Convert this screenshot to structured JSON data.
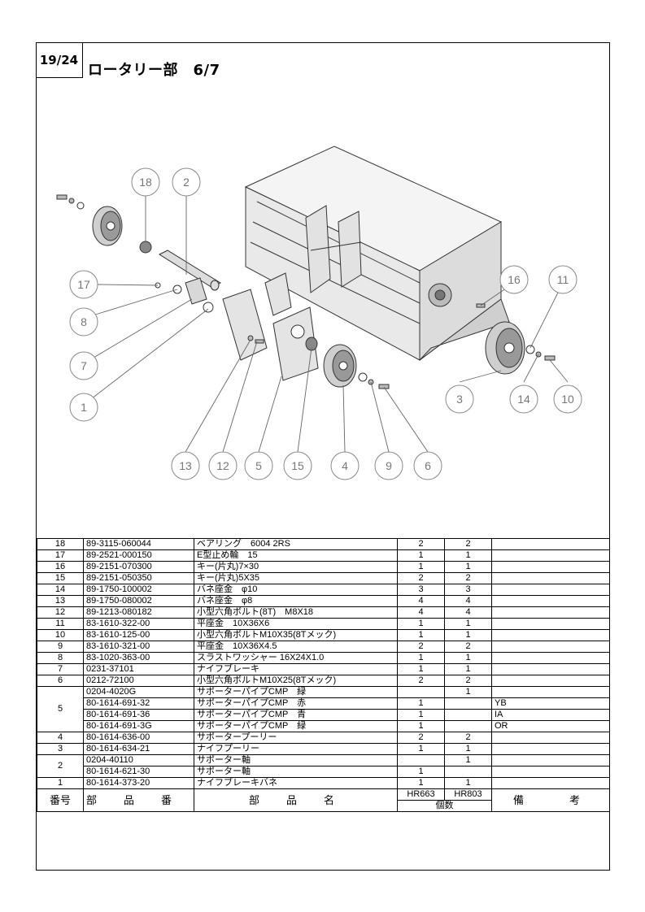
{
  "page_number": "19/24",
  "title": "ロータリー部　6/7",
  "callouts": [
    "18",
    "2",
    "17",
    "8",
    "7",
    "1",
    "13",
    "12",
    "5",
    "15",
    "4",
    "9",
    "6",
    "16",
    "11",
    "3",
    "14",
    "10"
  ],
  "table": {
    "header": {
      "no": "番号",
      "part_no": "部　品　番　号",
      "part_name": "部　品　名",
      "model_a": "HR663",
      "model_b": "HR803",
      "qty": "個数",
      "remarks": "備　　考"
    },
    "rows": [
      {
        "no": "18",
        "part_no": "89-3115-060044",
        "name": "ベアリング　6004 2RS",
        "a": "2",
        "b": "2",
        "remark": ""
      },
      {
        "no": "17",
        "part_no": "89-2521-000150",
        "name": "E型止め輪　15",
        "a": "1",
        "b": "1",
        "remark": ""
      },
      {
        "no": "16",
        "part_no": "89-2151-070300",
        "name": "キー(片丸)7×30",
        "a": "1",
        "b": "1",
        "remark": ""
      },
      {
        "no": "15",
        "part_no": "89-2151-050350",
        "name": "キー(片丸)5X35",
        "a": "2",
        "b": "2",
        "remark": ""
      },
      {
        "no": "14",
        "part_no": "89-1750-100002",
        "name": "バネ座金　φ10",
        "a": "3",
        "b": "3",
        "remark": ""
      },
      {
        "no": "13",
        "part_no": "89-1750-080002",
        "name": "バネ座金　φ8",
        "a": "4",
        "b": "4",
        "remark": ""
      },
      {
        "no": "12",
        "part_no": "89-1213-080182",
        "name": "小型六角ボルト(8T)　M8X18",
        "a": "4",
        "b": "4",
        "remark": ""
      },
      {
        "no": "11",
        "part_no": "83-1610-322-00",
        "name": "平座金　10X36X6",
        "a": "1",
        "b": "1",
        "remark": ""
      },
      {
        "no": "10",
        "part_no": "83-1610-125-00",
        "name": "小型六角ボルトM10X35(8Tメック)",
        "a": "1",
        "b": "1",
        "remark": ""
      },
      {
        "no": "9",
        "part_no": "83-1610-321-00",
        "name": "平座金　10X36X4.5",
        "a": "2",
        "b": "2",
        "remark": ""
      },
      {
        "no": "8",
        "part_no": "83-1020-363-00",
        "name": "スラストワッシャー 16X24X1.0",
        "a": "1",
        "b": "1",
        "remark": ""
      },
      {
        "no": "7",
        "part_no": "0231-37101",
        "name": "ナイフブレーキ",
        "a": "1",
        "b": "1",
        "remark": ""
      },
      {
        "no": "6",
        "part_no": "0212-72100",
        "name": "小型六角ボルトM10X25(8Tメック)",
        "a": "2",
        "b": "2",
        "remark": ""
      }
    ],
    "group5": {
      "no": "5",
      "subrows": [
        {
          "part_no": "0204-4020G",
          "name": "サポーターパイプCMP　緑",
          "a": "",
          "b": "1",
          "remark": ""
        },
        {
          "part_no": "80-1614-691-32",
          "name": "サポーターパイプCMP　赤",
          "a": "1",
          "b": "",
          "remark": "YB"
        },
        {
          "part_no": "80-1614-691-36",
          "name": "サポーターパイプCMP　青",
          "a": "1",
          "b": "",
          "remark": "IA"
        },
        {
          "part_no": "80-1614-691-3G",
          "name": "サポーターパイプCMP　緑",
          "a": "1",
          "b": "",
          "remark": "OR"
        }
      ]
    },
    "rows_after5": [
      {
        "no": "4",
        "part_no": "80-1614-636-00",
        "name": "サポータープーリー",
        "a": "2",
        "b": "2",
        "remark": ""
      },
      {
        "no": "3",
        "part_no": "80-1614-634-21",
        "name": "ナイフプーリー",
        "a": "1",
        "b": "1",
        "remark": ""
      }
    ],
    "group2": {
      "no": "2",
      "subrows": [
        {
          "part_no": "0204-40110",
          "name": "サポーター軸",
          "a": "",
          "b": "1",
          "remark": ""
        },
        {
          "part_no": "80-1614-621-30",
          "name": "サポーター軸",
          "a": "1",
          "b": "",
          "remark": ""
        }
      ]
    },
    "rows_last": [
      {
        "no": "1",
        "part_no": "80-1614-373-20",
        "name": "ナイフブレーキバネ",
        "a": "1",
        "b": "1",
        "remark": ""
      }
    ]
  }
}
